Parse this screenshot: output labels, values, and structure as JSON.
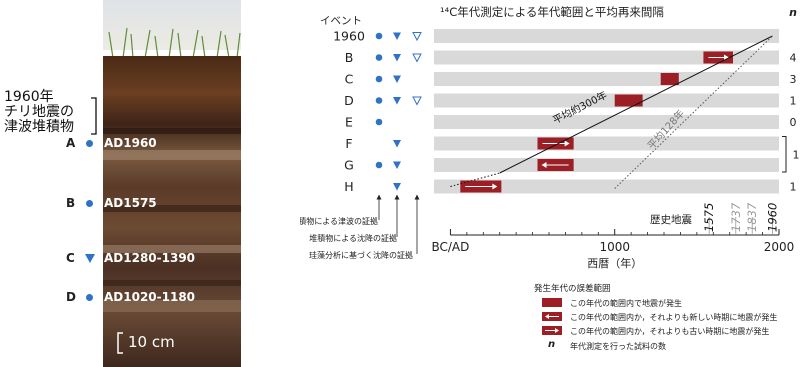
{
  "left": {
    "annotation_lines": [
      "1960年",
      "チリ地震の",
      "津波堆積物"
    ],
    "layers": [
      {
        "letter": "A",
        "label": "AD1960",
        "marker": "circle"
      },
      {
        "letter": "B",
        "label": "AD1575",
        "marker": "circle"
      },
      {
        "letter": "C",
        "label": "AD1280-1390",
        "marker": "triangle"
      },
      {
        "letter": "D",
        "label": "AD1020-1180",
        "marker": "circle"
      }
    ],
    "scale_label": "10 cm"
  },
  "chart_data": {
    "type": "range",
    "title": "¹⁴C年代測定による年代範囲と平均再来間隔",
    "events_header": "イベント",
    "n_header": "n",
    "xlabel": "西暦（年）",
    "xlim": [
      -100,
      2000
    ],
    "x_ticks": [
      {
        "value": 0,
        "label": "BC/AD"
      },
      {
        "value": 1000,
        "label": "1000"
      },
      {
        "value": 2000,
        "label": "2000"
      }
    ],
    "historical_label": "歴史地震",
    "historical_years": [
      {
        "value": 1575,
        "label": "1575",
        "highlight": true
      },
      {
        "value": 1737,
        "label": "1737",
        "highlight": false
      },
      {
        "value": 1837,
        "label": "1837",
        "highlight": false
      },
      {
        "value": 1960,
        "label": "1960",
        "highlight": true
      }
    ],
    "rows": [
      {
        "event": "1960",
        "circle": true,
        "filled_tri": true,
        "open_tri": true,
        "range": null,
        "arrow": "none",
        "n": ""
      },
      {
        "event": "B",
        "circle": true,
        "filled_tri": true,
        "open_tri": true,
        "range": [
          1540,
          1720
        ],
        "arrow": "right",
        "n": "4"
      },
      {
        "event": "C",
        "circle": true,
        "filled_tri": true,
        "open_tri": false,
        "range": [
          1280,
          1390
        ],
        "arrow": "none",
        "n": "3"
      },
      {
        "event": "D",
        "circle": true,
        "filled_tri": true,
        "open_tri": true,
        "range": [
          1000,
          1170
        ],
        "arrow": "none",
        "n": "1"
      },
      {
        "event": "E",
        "circle": true,
        "filled_tri": false,
        "open_tri": false,
        "range": null,
        "arrow": "none",
        "n": "0"
      },
      {
        "event": "F",
        "circle": false,
        "filled_tri": true,
        "open_tri": false,
        "range": [
          530,
          750
        ],
        "arrow": "right",
        "n": ""
      },
      {
        "event": "G",
        "circle": true,
        "filled_tri": true,
        "open_tri": false,
        "range": [
          530,
          750
        ],
        "arrow": "left",
        "n": ""
      },
      {
        "event": "H",
        "circle": false,
        "filled_tri": true,
        "open_tri": false,
        "range": [
          60,
          310
        ],
        "arrow": "right",
        "n": "1"
      }
    ],
    "n_bracket_label": "1",
    "trend_lines": [
      {
        "label": "平均約300年",
        "from": [
          0,
          "H"
        ],
        "to": [
          1960,
          "1960"
        ],
        "style": "solid"
      },
      {
        "label": "平均128年",
        "from": [
          1000,
          "H"
        ],
        "to": [
          1960,
          "1960"
        ],
        "style": "dotted"
      }
    ],
    "proxy_labels": [
      "堆積物による津波の証拠",
      "堆積物による沈降の証拠",
      "珪藻分析に基づく沈降の証拠"
    ]
  },
  "legend": {
    "title": "発生年代の誤差範囲",
    "items": [
      {
        "text": "この年代の範囲内で地震が発生",
        "arrow": "none"
      },
      {
        "text": "この年代の範囲内か，それよりも新しい時期に地震が発生",
        "arrow": "left"
      },
      {
        "text": "この年代の範囲内か，それよりも古い時期に地震が発生",
        "arrow": "right"
      }
    ],
    "n_symbol": "n",
    "n_text": "年代測定を行った試料の数"
  },
  "colors": {
    "bar": "#9d1f26",
    "marker": "#2f73c8",
    "row_bg": "#d9d9d9"
  }
}
